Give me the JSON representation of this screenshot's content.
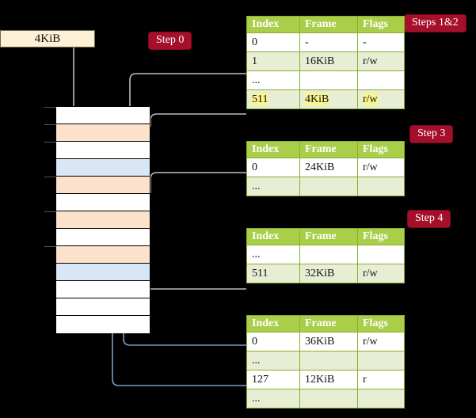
{
  "source_block": {
    "label": "4KiB"
  },
  "badges": {
    "step0": "Step 0",
    "steps12": "Steps 1&2",
    "step3": "Step 3",
    "step4": "Step 4"
  },
  "table_headers": {
    "index": "Index",
    "frame": "Frame",
    "flags": "Flags"
  },
  "tables": [
    {
      "id": "level4-table",
      "rows": [
        {
          "index": "0",
          "frame": "-",
          "flags": "-",
          "alt": false,
          "highlight": false
        },
        {
          "index": "1",
          "frame": "16KiB",
          "flags": "r/w",
          "alt": true,
          "highlight": false
        },
        {
          "index": "...",
          "frame": "",
          "flags": "",
          "alt": false,
          "highlight": false
        },
        {
          "index": "511",
          "frame": "4KiB",
          "flags": "r/w",
          "alt": true,
          "highlight": true
        }
      ]
    },
    {
      "id": "level3-table",
      "rows": [
        {
          "index": "0",
          "frame": "24KiB",
          "flags": "r/w",
          "alt": false,
          "highlight": false
        },
        {
          "index": "...",
          "frame": "",
          "flags": "",
          "alt": true,
          "highlight": false
        }
      ]
    },
    {
      "id": "level2-table",
      "rows": [
        {
          "index": "...",
          "frame": "",
          "flags": "",
          "alt": false,
          "highlight": false
        },
        {
          "index": "511",
          "frame": "32KiB",
          "flags": "r/w",
          "alt": true,
          "highlight": false
        }
      ]
    },
    {
      "id": "level1-table",
      "rows": [
        {
          "index": "0",
          "frame": "36KiB",
          "flags": "r/w",
          "alt": false,
          "highlight": false
        },
        {
          "index": "...",
          "frame": "",
          "flags": "",
          "alt": true,
          "highlight": false
        },
        {
          "index": "127",
          "frame": "12KiB",
          "flags": "r",
          "alt": false,
          "highlight": false
        },
        {
          "index": "...",
          "frame": "",
          "flags": "",
          "alt": true,
          "highlight": false
        }
      ]
    }
  ],
  "memory_column": {
    "rows": [
      {
        "fill": "white",
        "tick": true
      },
      {
        "fill": "orange",
        "tick": true
      },
      {
        "fill": "white",
        "tick": true
      },
      {
        "fill": "blue",
        "tick": false
      },
      {
        "fill": "orange",
        "tick": true
      },
      {
        "fill": "white",
        "tick": false
      },
      {
        "fill": "orange",
        "tick": true
      },
      {
        "fill": "white",
        "tick": false
      },
      {
        "fill": "orange",
        "tick": true
      },
      {
        "fill": "blue",
        "tick": false
      },
      {
        "fill": "white",
        "tick": false
      },
      {
        "fill": "white",
        "tick": false
      },
      {
        "fill": "white",
        "tick": false
      }
    ]
  },
  "colors": {
    "badge": "#a50f2a",
    "table_header": "#a9ce4a",
    "table_alt_row": "#e7eed3",
    "highlight": "#faf58c",
    "memory_orange": "#fde2cb",
    "memory_blue": "#d9e6f6",
    "source_box": "#fdf0d5",
    "grey_wire": "#b0b0b0",
    "blue_wire": "#7a9cc6",
    "background": "#000000"
  }
}
